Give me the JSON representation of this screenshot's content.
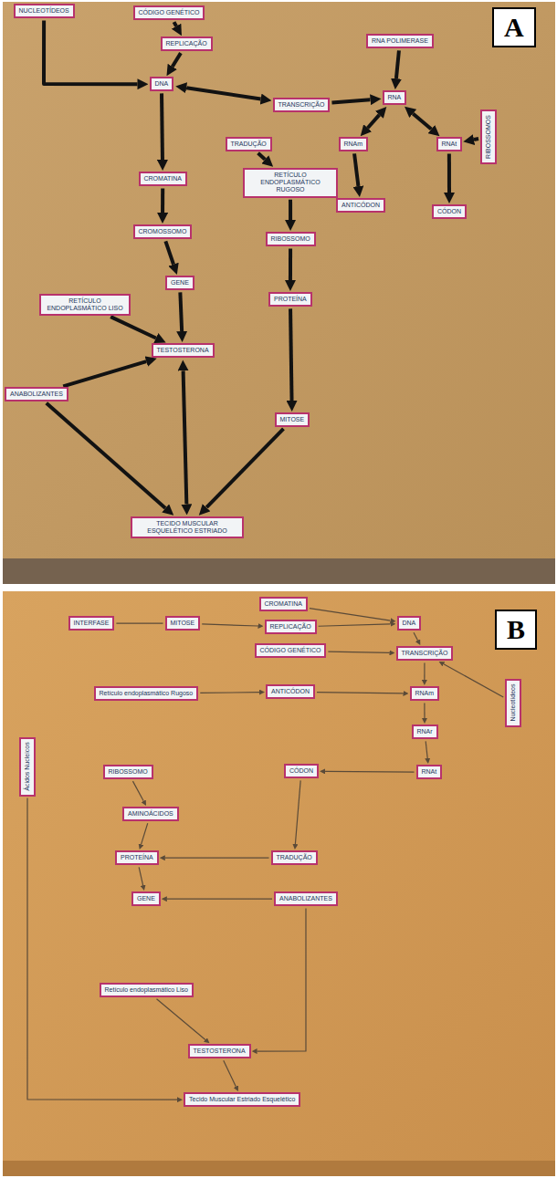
{
  "diagram": {
    "nodes": [
      {
        "text": [
          "NUCLEOTÍDEOS"
        ]
      },
      {
        "text": [
          "CÓDIGO GENÉTICO"
        ]
      },
      {
        "text": [
          "REPLICAÇÃO"
        ]
      },
      {
        "text": [
          "DNA"
        ]
      },
      {
        "text": [
          "TRANSCRIÇÃO"
        ]
      },
      {
        "text": [
          "RNA POLIMERASE"
        ]
      },
      {
        "text": [
          "RNA"
        ]
      },
      {
        "text": [
          "TRADUÇÃO"
        ]
      },
      {
        "text": [
          "RNAm"
        ]
      },
      {
        "text": [
          "RNAt"
        ]
      },
      {
        "text": [
          "RIBOSSOMOS"
        ]
      },
      {
        "text": [
          "RETÍCULO ENDOPLASMÁTICO RUGOSO"
        ]
      },
      {
        "text": [
          "ANTICÓDON"
        ]
      },
      {
        "text": [
          "CÓDON"
        ]
      },
      {
        "text": [
          "CROMATINA"
        ]
      },
      {
        "text": [
          "CROMOSSOMO"
        ]
      },
      {
        "text": [
          "GENE"
        ]
      },
      {
        "text": [
          "RIBOSSOMO"
        ]
      },
      {
        "text": [
          "RETÍCULO ENDOPLASMÁTICO LISO"
        ]
      },
      {
        "text": [
          "PROTEÍNA"
        ]
      },
      {
        "text": [
          "TESTOSTERONA"
        ]
      },
      {
        "text": [
          "ANABOLIZANTES"
        ]
      },
      {
        "text": [
          "MITOSE"
        ]
      },
      {
        "text": [
          "TECIDO MUSCULAR ESQUELÉTICO ESTRIADO"
        ]
      },
      {
        "text": [
          "CROMATINA"
        ]
      },
      {
        "text": [
          "INTERFASE"
        ]
      },
      {
        "text": [
          "MITOSE"
        ]
      },
      {
        "text": [
          "REPLICAÇÃO"
        ]
      },
      {
        "text": [
          "DNA"
        ]
      },
      {
        "text": [
          "CÓDIGO GENÉTICO"
        ]
      },
      {
        "text": [
          "TRANSCRIÇÃO"
        ]
      },
      {
        "text": [
          "Nucleotídeos"
        ]
      },
      {
        "text": [
          "Retículo endoplasmático Rugoso"
        ]
      },
      {
        "text": [
          "ANTICÓDON"
        ]
      },
      {
        "text": [
          "RNAm"
        ]
      },
      {
        "text": [
          "RNAr"
        ]
      },
      {
        "text": [
          "RNAt"
        ]
      },
      {
        "text": [
          "Ácidos Nucleicos"
        ]
      },
      {
        "text": [
          "RIBOSSOMO"
        ]
      },
      {
        "text": [
          "CÓDON"
        ]
      },
      {
        "text": [
          "AMINOÁCIDOS"
        ]
      },
      {
        "text": [
          "PROTEÍNA"
        ]
      },
      {
        "text": [
          "TRADUÇÃO"
        ]
      },
      {
        "text": [
          "GENE"
        ]
      },
      {
        "text": [
          "ANABOLIZANTES"
        ]
      },
      {
        "text": [
          "Retículo endoplasmático Liso"
        ]
      },
      {
        "text": [
          "TESTOSTERONA"
        ]
      },
      {
        "text": [
          "Tecido Muscular Estriado Esquelético"
        ]
      }
    ],
    "edges": [
      {
        "from": 0,
        "to": 3,
        "arrow": "to"
      },
      {
        "from": 1,
        "to": 2,
        "arrow": "to"
      },
      {
        "from": 2,
        "to": 3,
        "arrow": "to"
      },
      {
        "from": 3,
        "to": 14,
        "arrow": "to"
      },
      {
        "from": 14,
        "to": 15,
        "arrow": "to"
      },
      {
        "from": 15,
        "to": 16,
        "arrow": "to"
      },
      {
        "from": 16,
        "to": 20,
        "arrow": "to"
      },
      {
        "from": 3,
        "to": 4,
        "arrow": "both"
      },
      {
        "from": 4,
        "to": 6,
        "arrow": "to"
      },
      {
        "from": 5,
        "to": 6,
        "arrow": "to"
      },
      {
        "from": 6,
        "to": 8,
        "arrow": "both"
      },
      {
        "from": 6,
        "to": 9,
        "arrow": "both"
      },
      {
        "from": 8,
        "to": 12,
        "arrow": "to"
      },
      {
        "from": 9,
        "to": 13,
        "arrow": "to"
      },
      {
        "from": 10,
        "to": 9,
        "arrow": "to"
      },
      {
        "from": 7,
        "to": 11,
        "arrow": "to"
      },
      {
        "from": 11,
        "to": 17,
        "arrow": "to"
      },
      {
        "from": 17,
        "to": 19,
        "arrow": "to"
      },
      {
        "from": 19,
        "to": 22,
        "arrow": "to"
      },
      {
        "from": 22,
        "to": 23,
        "arrow": "to"
      },
      {
        "from": 18,
        "to": 20,
        "arrow": "to"
      },
      {
        "from": 21,
        "to": 20,
        "arrow": "to"
      },
      {
        "from": 21,
        "to": 23,
        "arrow": "to"
      },
      {
        "from": 20,
        "to": 23,
        "arrow": "both"
      },
      {
        "from": 25,
        "to": 26,
        "arrow": "none"
      },
      {
        "from": 26,
        "to": 27,
        "arrow": "to"
      },
      {
        "from": 24,
        "to": 28,
        "arrow": "to"
      },
      {
        "from": 27,
        "to": 28,
        "arrow": "to"
      },
      {
        "from": 28,
        "to": 30,
        "arrow": "to"
      },
      {
        "from": 29,
        "to": 30,
        "arrow": "to"
      },
      {
        "from": 31,
        "to": 30,
        "arrow": "to"
      },
      {
        "from": 30,
        "to": 34,
        "arrow": "to"
      },
      {
        "from": 34,
        "to": 35,
        "arrow": "to"
      },
      {
        "from": 35,
        "to": 36,
        "arrow": "to"
      },
      {
        "from": 32,
        "to": 33,
        "arrow": "to"
      },
      {
        "from": 33,
        "to": 34,
        "arrow": "to"
      },
      {
        "from": 36,
        "to": 39,
        "arrow": "to"
      },
      {
        "from": 39,
        "to": 42,
        "arrow": "to"
      },
      {
        "from": 42,
        "to": 41,
        "arrow": "to"
      },
      {
        "from": 38,
        "to": 40,
        "arrow": "to"
      },
      {
        "from": 40,
        "to": 41,
        "arrow": "to"
      },
      {
        "from": 41,
        "to": 43,
        "arrow": "to"
      },
      {
        "from": 44,
        "to": 43,
        "arrow": "to"
      },
      {
        "from": 45,
        "to": 46,
        "arrow": "to"
      },
      {
        "from": 46,
        "to": 47,
        "arrow": "to"
      },
      {
        "from": 44,
        "to": 46,
        "arrow": "to"
      },
      {
        "from": 37,
        "to": 47,
        "arrow": "to"
      }
    ],
    "labels": [
      "A",
      "B"
    ]
  }
}
